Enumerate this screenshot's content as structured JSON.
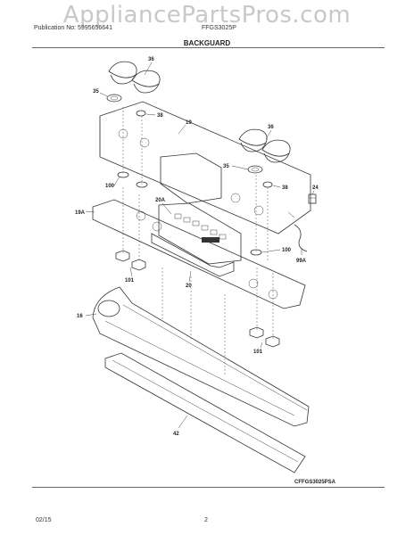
{
  "watermark": "AppliancePartsPros.com",
  "header": {
    "publication": "Publication No: 5995656641",
    "model": "FFGS3025P",
    "section_title": "BACKGUARD"
  },
  "callouts": [
    "36",
    "35",
    "38",
    "19",
    "36",
    "35",
    "38",
    "100",
    "20A",
    "24",
    "19A",
    "100",
    "99A",
    "101",
    "20",
    "16",
    "101",
    "42"
  ],
  "diagram_code": "CFFGS3025PSA",
  "footer": {
    "date": "02/15",
    "page": "2"
  }
}
